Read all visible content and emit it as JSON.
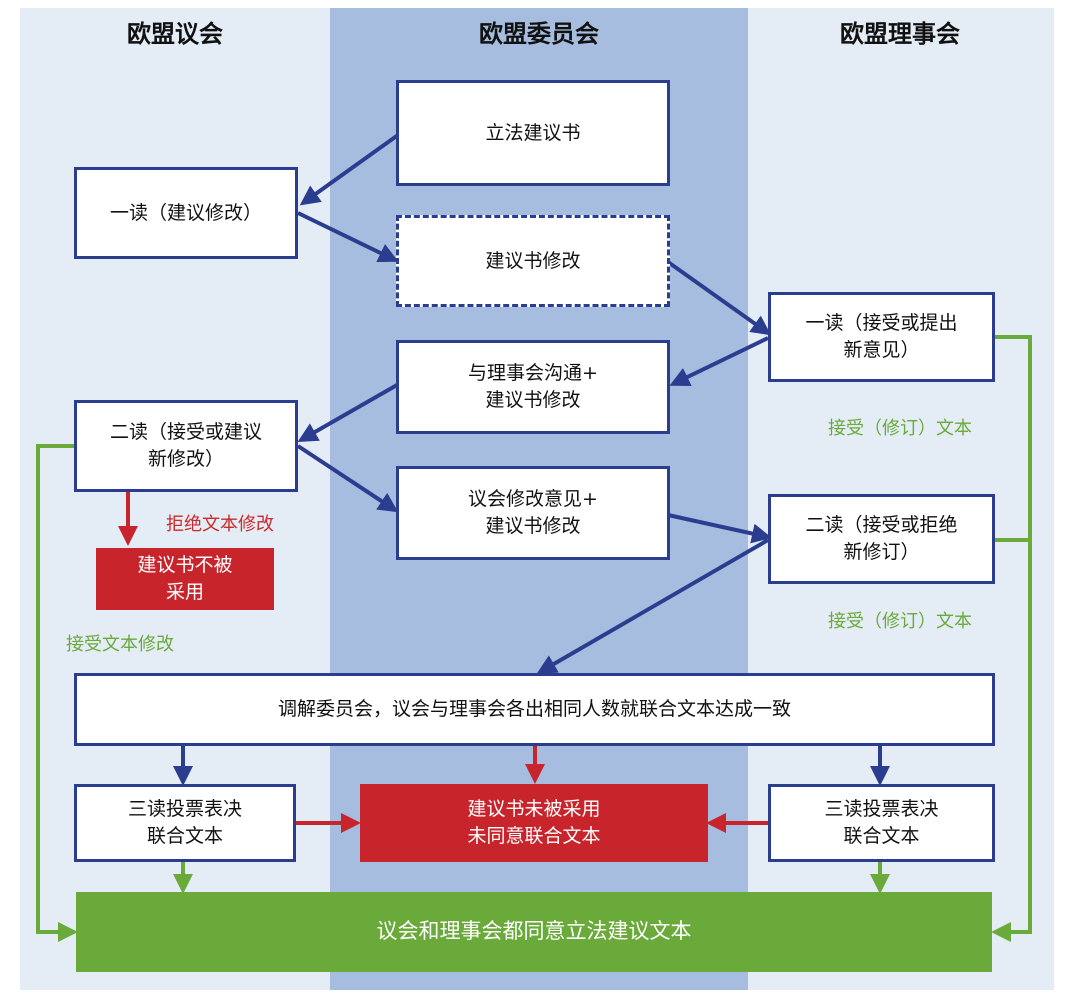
{
  "lanes": {
    "parliament": "欧盟议会",
    "commission": "欧盟委员会",
    "council": "欧盟理事会"
  },
  "boxes": {
    "proposal": "立法建议书",
    "parl_first_reading": "一读（建议修改）",
    "proposal_amend_1": "建议书修改",
    "council_first_reading": "一读（接受或提出\n新意见）",
    "council_comm_amend": "与理事会沟通+\n建议书修改",
    "parl_second_reading": "二读（接受或建议\n新修改）",
    "parl_opinion_amend": "议会修改意见+\n建议书修改",
    "council_second_reading": "二读（接受或拒绝\n新修订）",
    "proposal_not_adopted": "建议书不被\n采用",
    "conciliation": "调解委员会，议会与理事会各出相同人数就联合文本达成一致",
    "parl_third_reading": "三读投票表决\n联合文本",
    "not_adopted_joint": "建议书未被采用\n未同意联合文本",
    "council_third_reading": "三读投票表决\n联合文本",
    "final_agreement": "议会和理事会都同意立法建议文本"
  },
  "notes": {
    "reject_amend": "拒绝文本修改",
    "accept_text_amend": "接受文本修改",
    "accept_revised_1": "接受（修订）文本",
    "accept_revised_2": "接受（修订）文本"
  },
  "colors": {
    "box_border": "#2b3d8f",
    "arrow_blue": "#2b3d8f",
    "red": "#c8242c",
    "green": "#6aaa3a",
    "lane_light": "#e4ecf6",
    "lane_mid": "#a6bde0"
  }
}
